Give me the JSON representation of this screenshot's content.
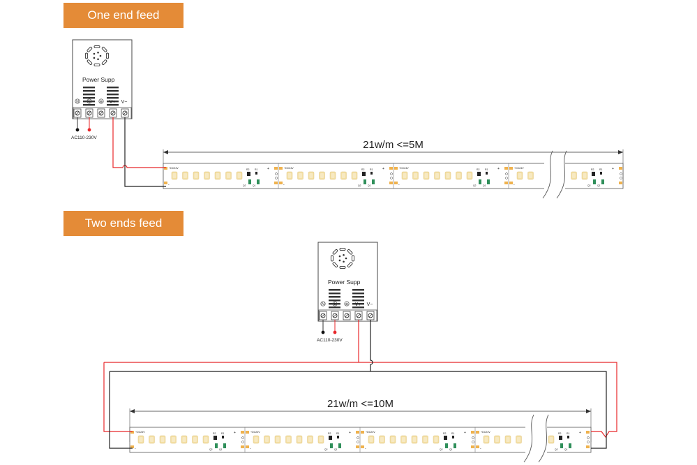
{
  "colors": {
    "accent": "#e48b37",
    "wire_positive": "#e8272a",
    "wire_negative": "#222222",
    "led_chip": "#f3dfa4",
    "led_chip_center": "#f7e9c2",
    "pad": "#efb24e",
    "component": "#2f8f5a",
    "outline": "#444444"
  },
  "sections": [
    {
      "label": "One end feed",
      "power_supply": {
        "label": "Power Supp",
        "terminal_labels": [
          "N",
          "L",
          "⊕",
          "V+",
          "V−"
        ],
        "ac_label": "AC110-230V"
      },
      "dimension_label": "21w/m <=5M"
    },
    {
      "label": "Two ends feed",
      "power_supply": {
        "label": "Power Supp",
        "terminal_labels": [
          "N",
          "L",
          "⊕",
          "V+",
          "V−"
        ],
        "ac_label": "AC110-230V"
      },
      "dimension_label": "21w/m <=10M"
    }
  ],
  "strip_text": {
    "voltage_label": "+DC24V",
    "plus": "+",
    "minus": "-",
    "resistor_1": "R1",
    "resistor_2": "R2",
    "q1": "Q1",
    "q2": "Q2"
  }
}
